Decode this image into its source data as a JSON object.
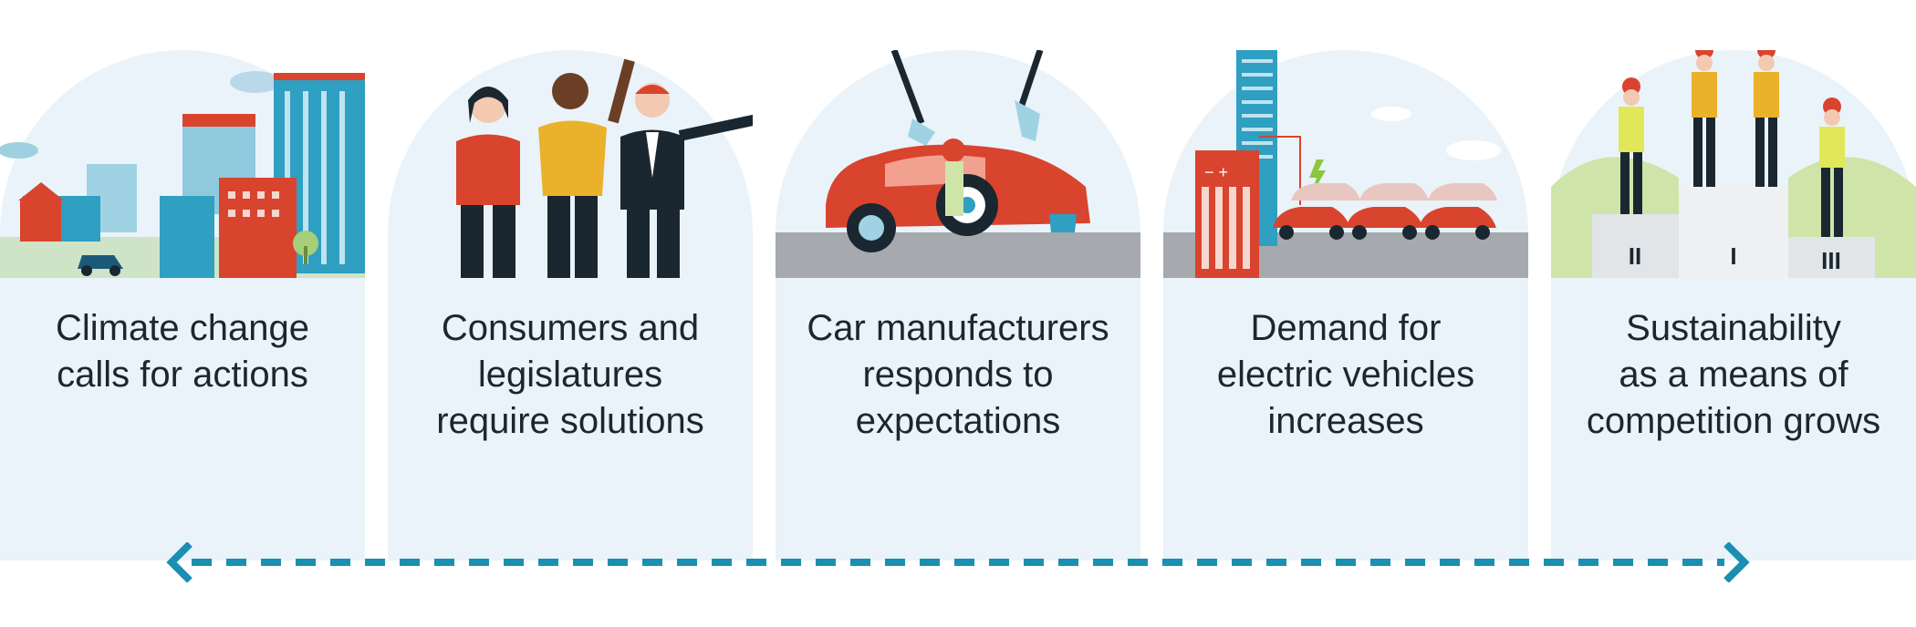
{
  "diagram": {
    "steps": [
      {
        "caption_lines": [
          "Climate change",
          "calls for actions"
        ],
        "illustration": "city-skyline-icon"
      },
      {
        "caption_lines": [
          "Consumers and",
          "legislatures",
          "require solutions"
        ],
        "illustration": "people-group-icon"
      },
      {
        "caption_lines": [
          "Car manufacturers",
          "responds to",
          "expectations"
        ],
        "illustration": "car-assembly-icon"
      },
      {
        "caption_lines": [
          "Demand for",
          "electric vehicles",
          "increases"
        ],
        "illustration": "electric-vehicles-icon"
      },
      {
        "caption_lines": [
          "Sustainability",
          "as a means of",
          "competition grows"
        ],
        "illustration": "podium-icon",
        "podium_labels": [
          "II",
          "I",
          "III"
        ]
      }
    ],
    "connector": "double-headed-dashed-arrow-icon"
  },
  "colors": {
    "panel_bg": "#eaf3f9",
    "accent_teal": "#1a8fb2",
    "accent_red": "#d9442e",
    "accent_yellow": "#e9b22a",
    "text": "#1b2730"
  }
}
